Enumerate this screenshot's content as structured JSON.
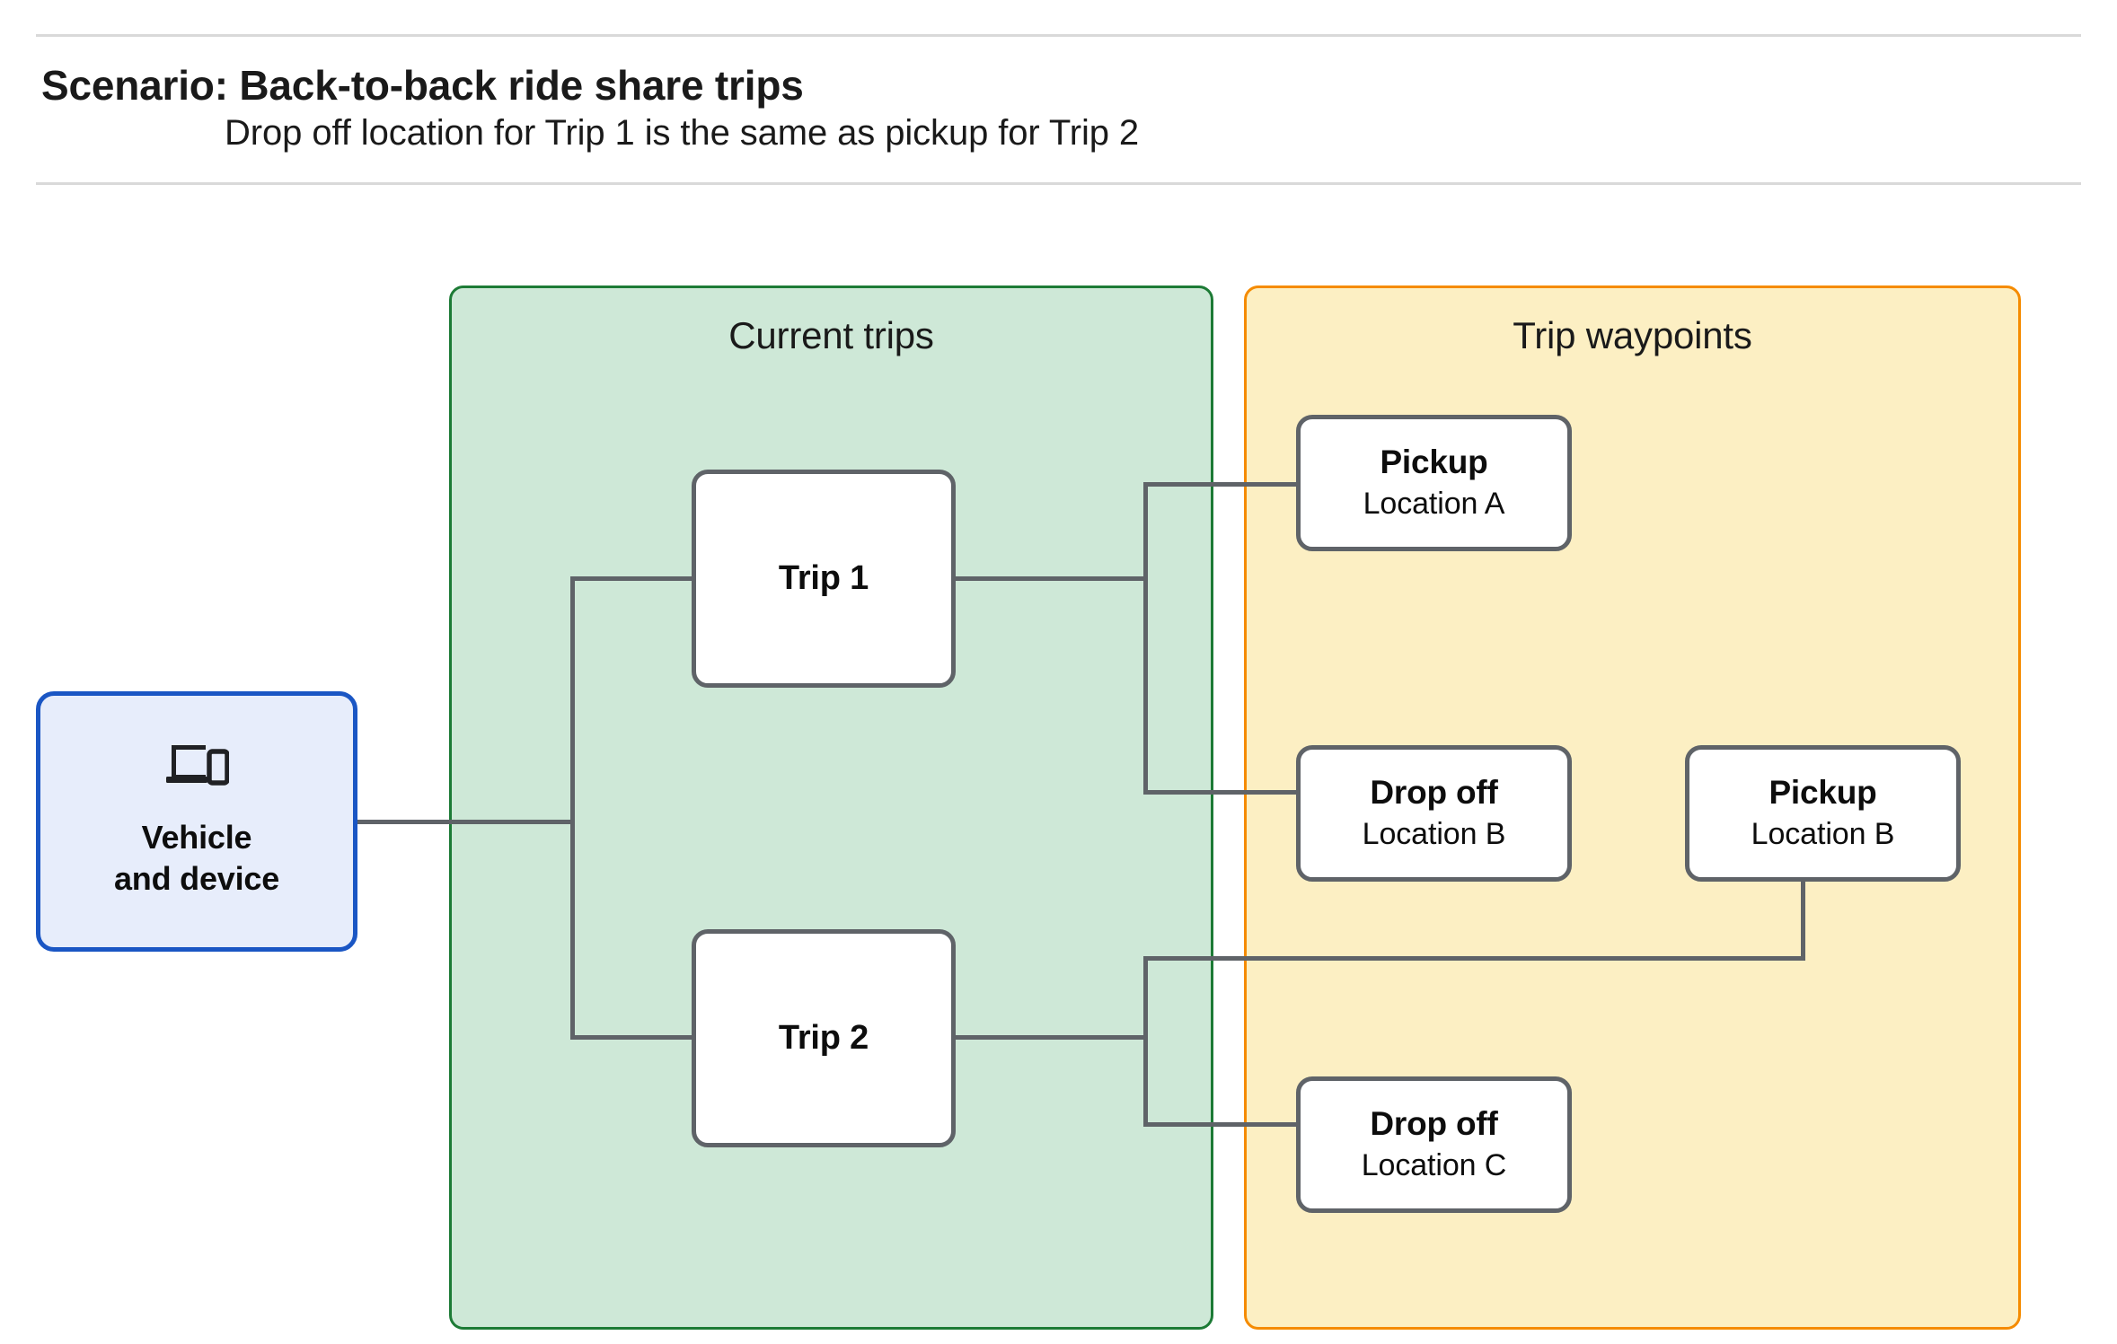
{
  "header": {
    "title": "Scenario: Back-to-back ride share trips",
    "subtitle": "Drop off  location for Trip 1 is the same as pickup for Trip 2"
  },
  "panels": {
    "current_trips": {
      "label": "Current trips",
      "border_color": "#1d7b36",
      "fill_color": "#cee8d7"
    },
    "trip_waypoints": {
      "label": "Trip waypoints",
      "border_color": "#f58b00",
      "fill_color": "#fcefc3"
    }
  },
  "nodes": {
    "vehicle": {
      "label": "Vehicle\nand device",
      "icon": "devices-icon",
      "border_color": "#1a56c4",
      "fill_color": "#e7edfb"
    },
    "trip1": {
      "label": "Trip 1"
    },
    "trip2": {
      "label": "Trip 2"
    },
    "pickup_a": {
      "title": "Pickup",
      "subtitle": "Location A"
    },
    "dropoff_b": {
      "title": "Drop off",
      "subtitle": "Location B"
    },
    "pickup_b": {
      "title": "Pickup",
      "subtitle": "Location B"
    },
    "dropoff_c": {
      "title": "Drop off",
      "subtitle": "Location C"
    }
  },
  "colors": {
    "connector": "#5f6368",
    "node_border": "#5f6368",
    "divider": "#d9d9d9",
    "text": "#1a1a1a"
  }
}
